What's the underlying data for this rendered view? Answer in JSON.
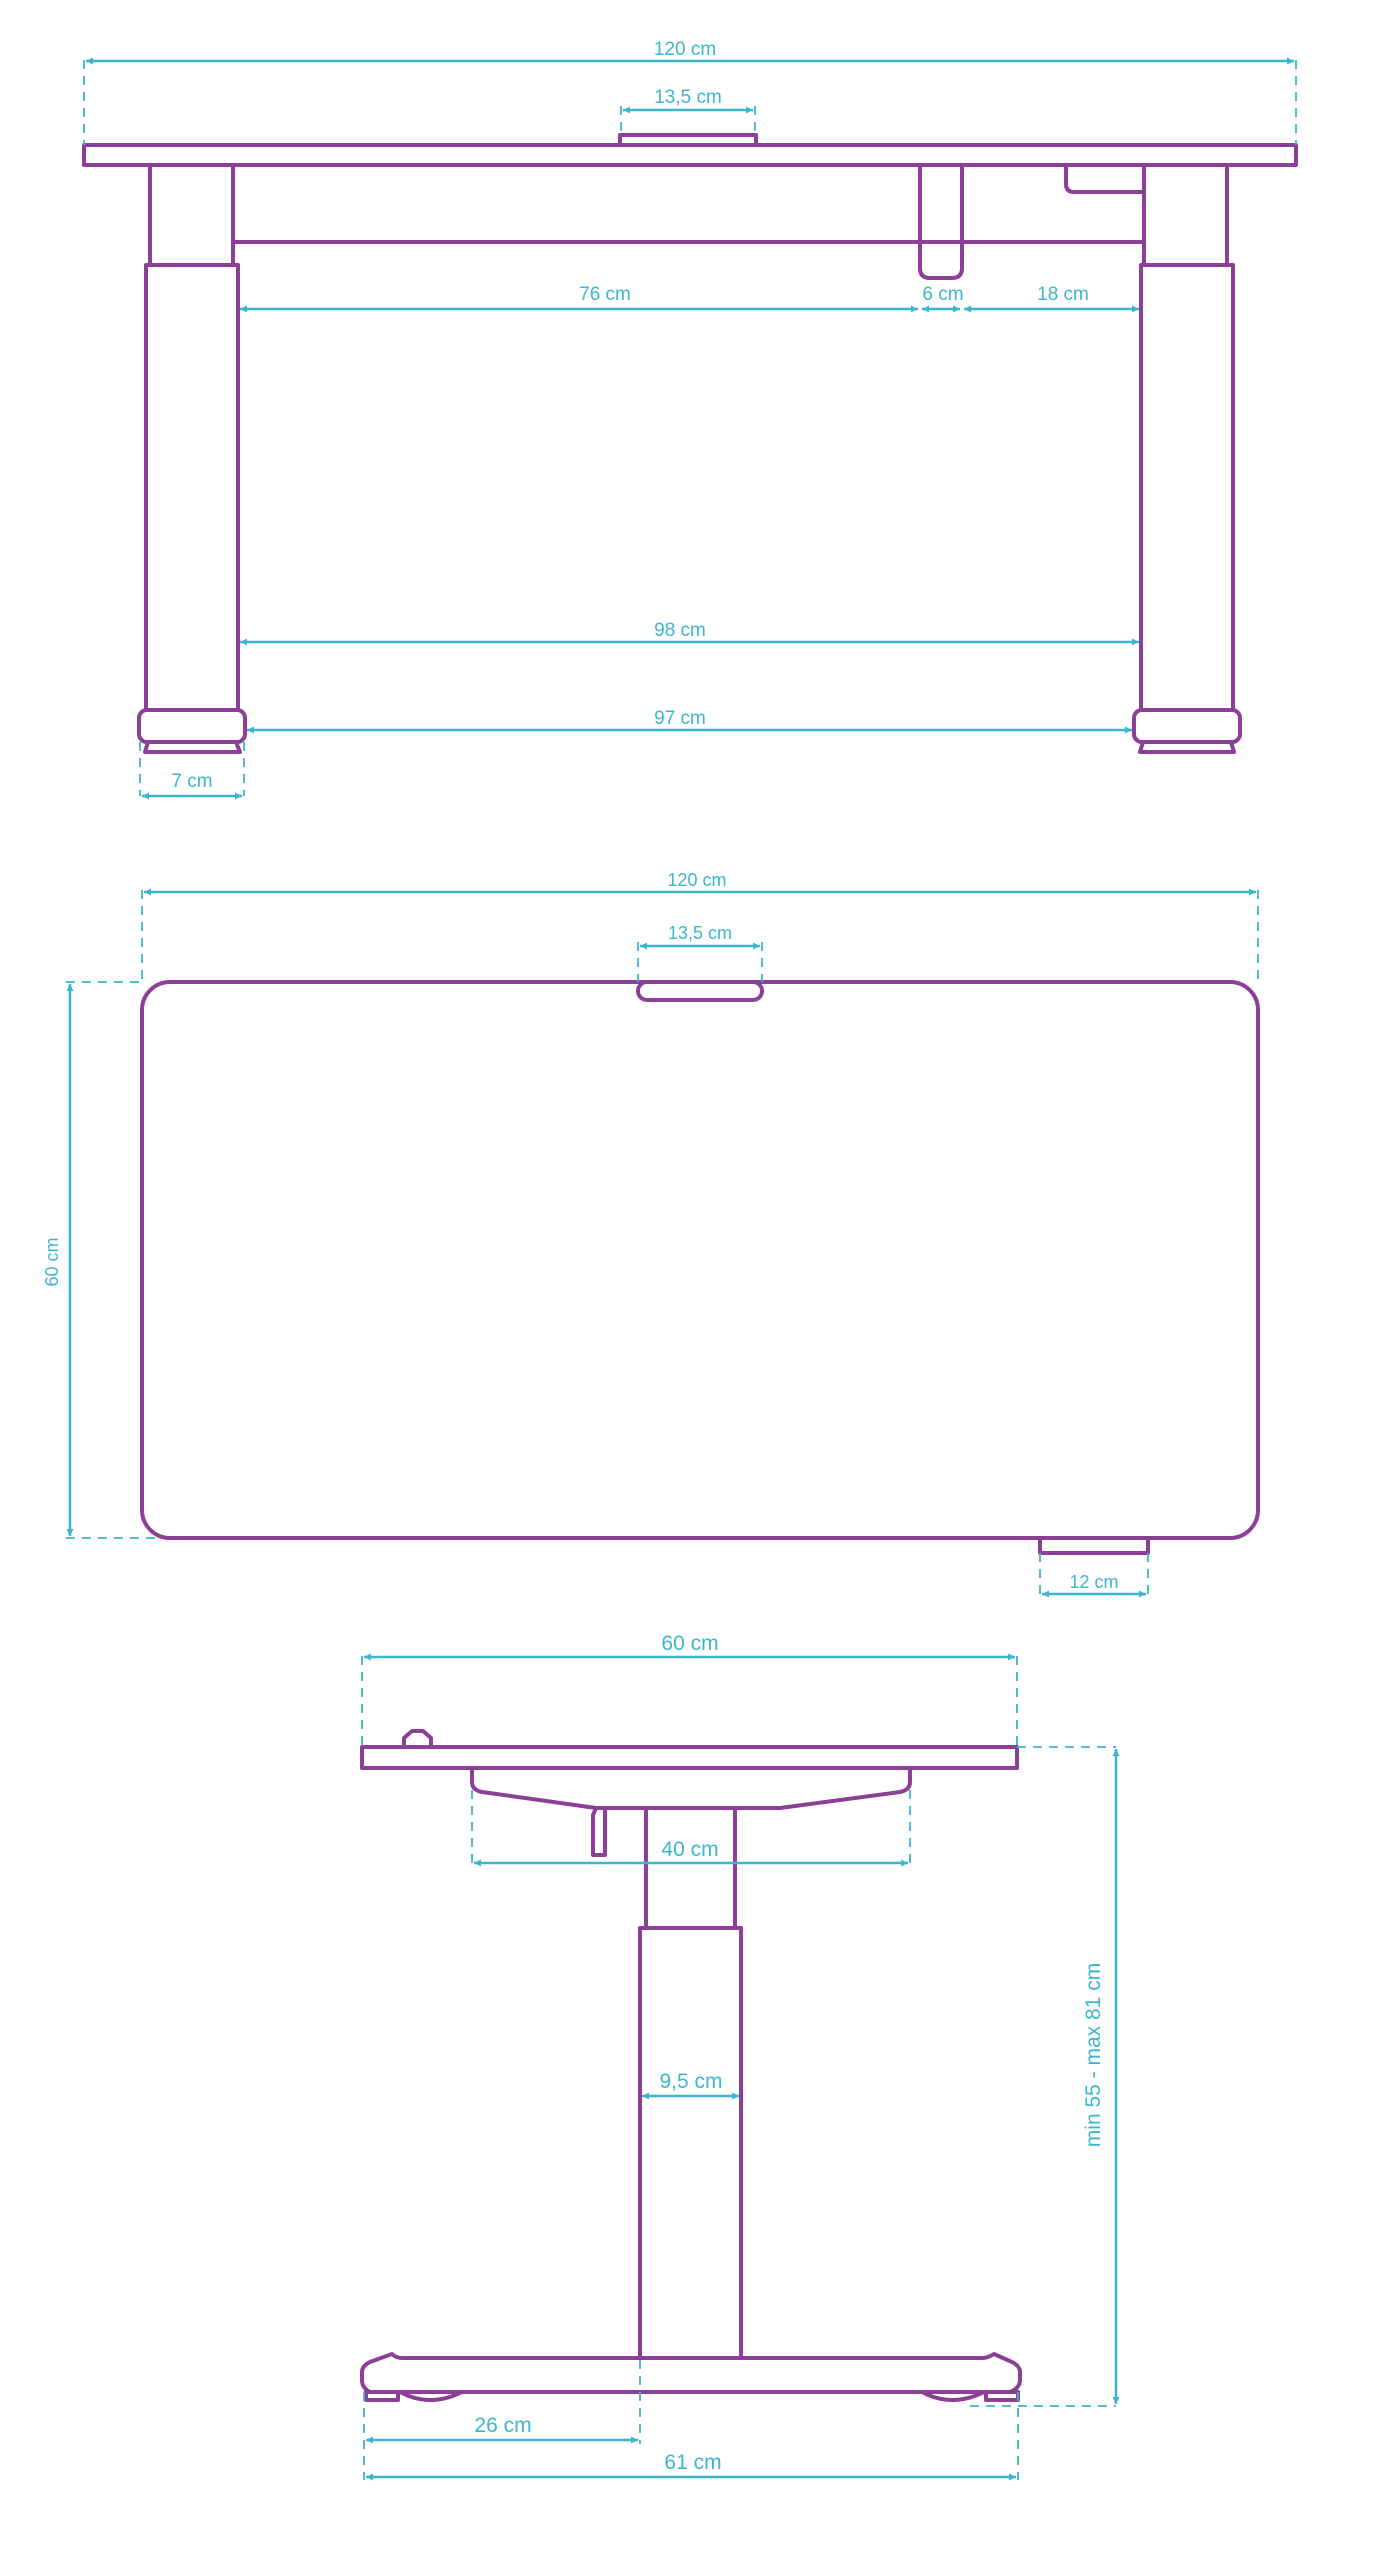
{
  "colors": {
    "outline": "#8B3F96",
    "dimension": "#3BB6CE",
    "background": "#FFFFFF"
  },
  "front_view": {
    "width_total": "120 cm",
    "control_width": "13,5 cm",
    "gap_inner": "76 cm",
    "bracket_width": "6 cm",
    "gap_right": "18 cm",
    "between_legs": "98 cm",
    "between_feet": "97 cm",
    "foot_width": "7 cm"
  },
  "top_view": {
    "width_total": "120 cm",
    "control_width": "13,5 cm",
    "depth": "60 cm",
    "panel_width": "12 cm"
  },
  "side_view": {
    "depth_top": "60 cm",
    "frame_width": "40 cm",
    "column_width": "9,5 cm",
    "height_range": "min 55 - max 81 cm",
    "foot_half": "26 cm",
    "foot_total": "61 cm"
  }
}
